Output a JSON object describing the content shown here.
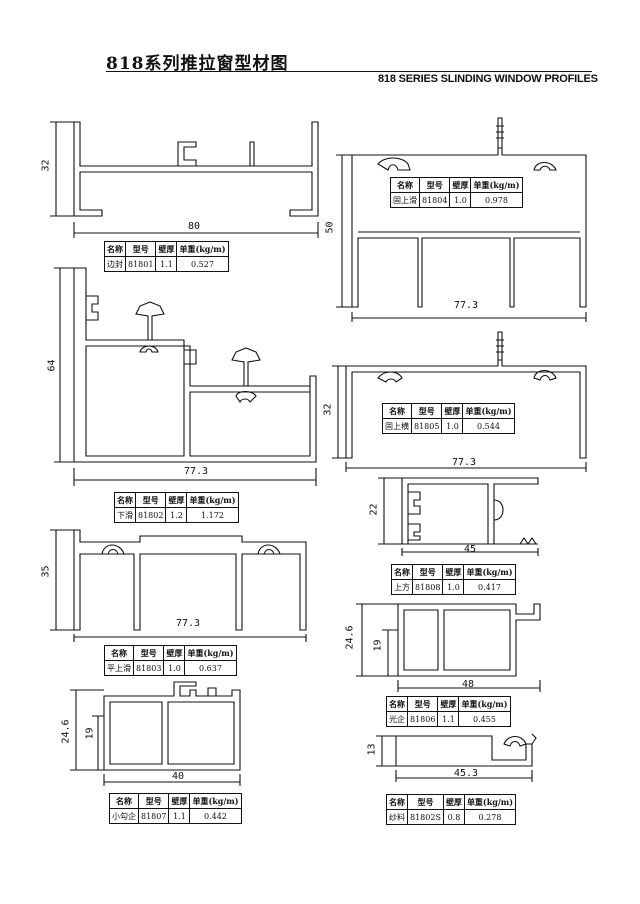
{
  "header": {
    "title_cn": "818系列推拉窗型材图",
    "title_en": "818 SERIES SLINDING WINDOW PROFILES"
  },
  "table_headers": [
    "名称",
    "型号",
    "壁厚",
    "单重(kg/m)"
  ],
  "profiles": {
    "p81801": {
      "name": "边封",
      "model": "81801",
      "thickness": "1.1",
      "weight": "0.527",
      "dims": {
        "width": "80",
        "height": "32"
      }
    },
    "p81804": {
      "name": "固上滑",
      "model": "81804",
      "thickness": "1.0",
      "weight": "0.978",
      "dims": {
        "width": "77.3",
        "height": "50"
      }
    },
    "p81802": {
      "name": "下滑",
      "model": "81802",
      "thickness": "1.2",
      "weight": "1.172",
      "dims": {
        "width": "77.3",
        "height": "64"
      }
    },
    "p81805": {
      "name": "固上横",
      "model": "81805",
      "thickness": "1.0",
      "weight": "0.544",
      "dims": {
        "width": "77.3",
        "height": "32"
      }
    },
    "p81808": {
      "name": "上方",
      "model": "81808",
      "thickness": "1.0",
      "weight": "0.417",
      "dims": {
        "width": "45",
        "height": "22"
      }
    },
    "p81803": {
      "name": "平上滑",
      "model": "81803",
      "thickness": "1.0",
      "weight": "0.637",
      "dims": {
        "width": "77.3",
        "height": "35"
      }
    },
    "p81806": {
      "name": "光企",
      "model": "81806",
      "thickness": "1.1",
      "weight": "0.455",
      "dims": {
        "width": "48",
        "height_outer": "24.6",
        "height_inner": "19"
      }
    },
    "p81807": {
      "name": "小勾企",
      "model": "81807",
      "thickness": "1.1",
      "weight": "0.442",
      "dims": {
        "width": "40",
        "height_outer": "24.6",
        "height_inner": "19"
      }
    },
    "p81802S": {
      "name": "纱料",
      "model": "81802S",
      "thickness": "0.8",
      "weight": "0.278",
      "dims": {
        "width": "45.3",
        "height": "13"
      }
    }
  }
}
